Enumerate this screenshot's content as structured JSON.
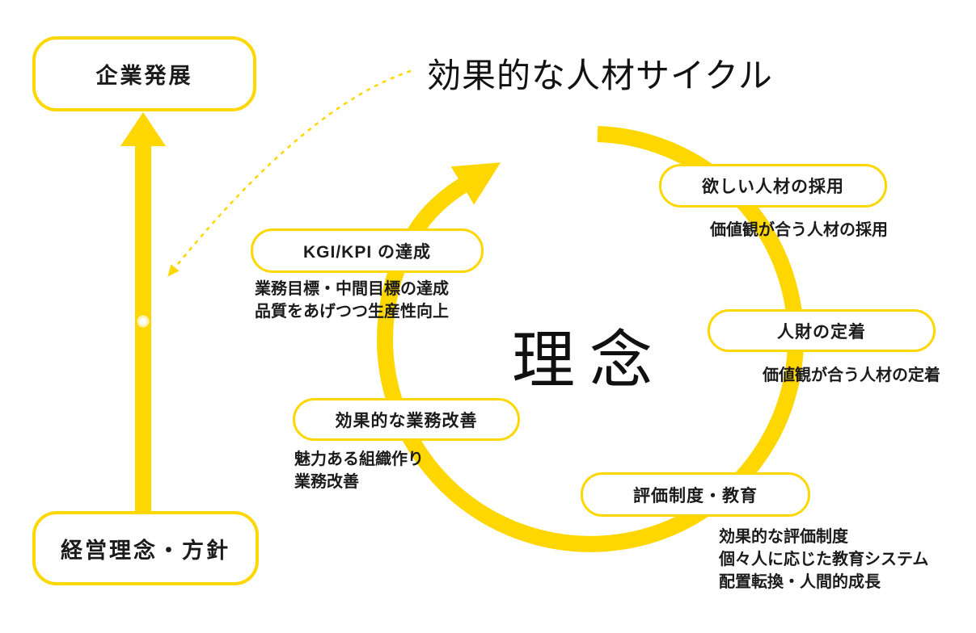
{
  "title": "効果的な人材サイクル",
  "center_label": "理念",
  "left_flow": {
    "top_box_label": "企業発展",
    "bottom_box_label": "経営理念・方針"
  },
  "cycle": [
    {
      "label": "欲しい人材の採用",
      "notes": [
        "価値観が合う人材の採用"
      ]
    },
    {
      "label": "人財の定着",
      "notes": [
        "価値観が合う人材の定着"
      ]
    },
    {
      "label": "評価制度・教育",
      "notes": [
        "効果的な評価制度",
        "個々人に応じた教育システム",
        "配置転換・人間的成長"
      ]
    },
    {
      "label": "効果的な業務改善",
      "notes": [
        "魅力ある組織作り",
        "業務改善"
      ]
    },
    {
      "label": "KGI/KPI の達成",
      "notes": [
        "業務目標・中間目標の達成",
        "品質をあげつつ生産性向上"
      ]
    }
  ],
  "colors": {
    "accent": "#FFD700",
    "text": "#1b1b1b",
    "background": "#ffffff"
  }
}
